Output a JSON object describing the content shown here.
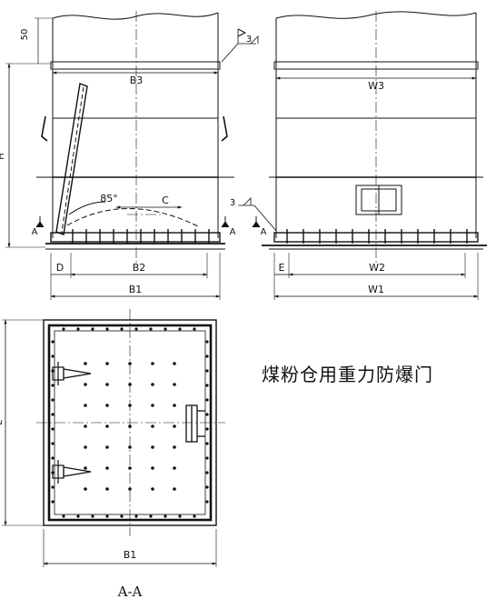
{
  "title": "煤粉仓用重力防爆门",
  "section_name": "A-A",
  "dimensions": {
    "fifty": "50",
    "H": "H",
    "B3": "B3",
    "B2": "B2",
    "B1": "B1",
    "D": "D",
    "C": "C",
    "E": "E",
    "W3": "W3",
    "W2": "W2",
    "W1": "W1",
    "L": "L",
    "B1_bottom": "B1"
  },
  "annotations": {
    "angle": "85°",
    "weld_size": "3",
    "weld_size_2": "3",
    "section_mark_left": "A",
    "section_mark_right": "A",
    "section_mark_right_2": "A"
  }
}
